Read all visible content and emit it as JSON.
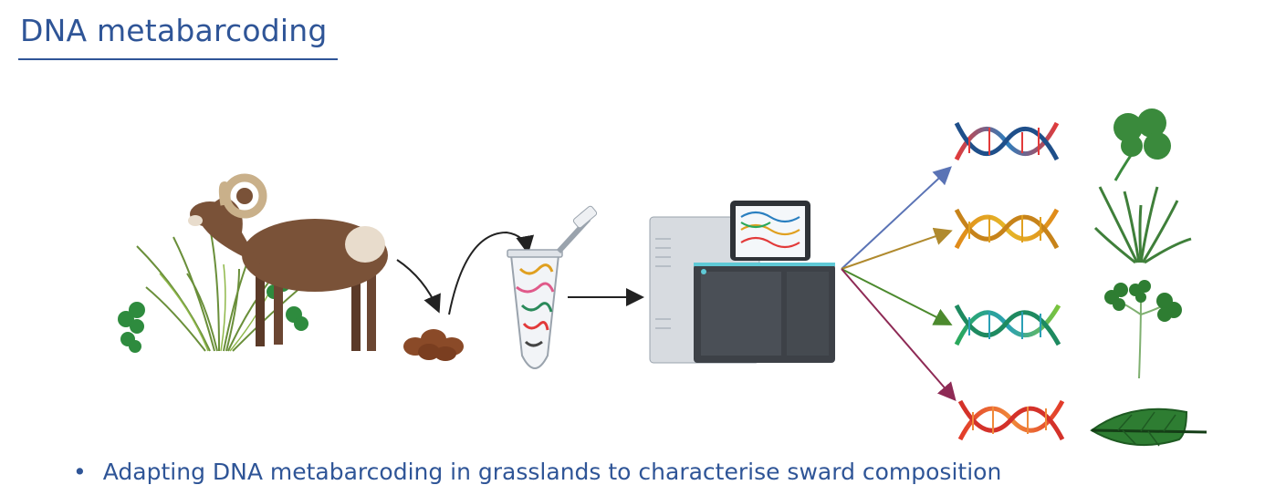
{
  "slide": {
    "title": "DNA metabarcoding",
    "bullet": "Adapting DNA metabarcoding in grasslands to characterise sward composition"
  },
  "icons": {
    "animal": "bighorn-sheep",
    "vegetation": "grassland-tuft",
    "sample": "dung-pellets",
    "tube": "sample-tube",
    "machine": "dna-sequencer",
    "outputs": [
      "dna-helix-blue",
      "dna-helix-gold",
      "dna-helix-green",
      "dna-helix-red"
    ],
    "plants": [
      "clover-leaf",
      "grass",
      "clover-sprig",
      "broad-leaf"
    ]
  },
  "colors": {
    "title": "#2f5597",
    "arrow_blue": "#5a73b5",
    "arrow_gold": "#b08a2e",
    "arrow_green": "#4c8a2e",
    "arrow_red": "#8e2a55",
    "plant_green": "#3a8a3c"
  }
}
